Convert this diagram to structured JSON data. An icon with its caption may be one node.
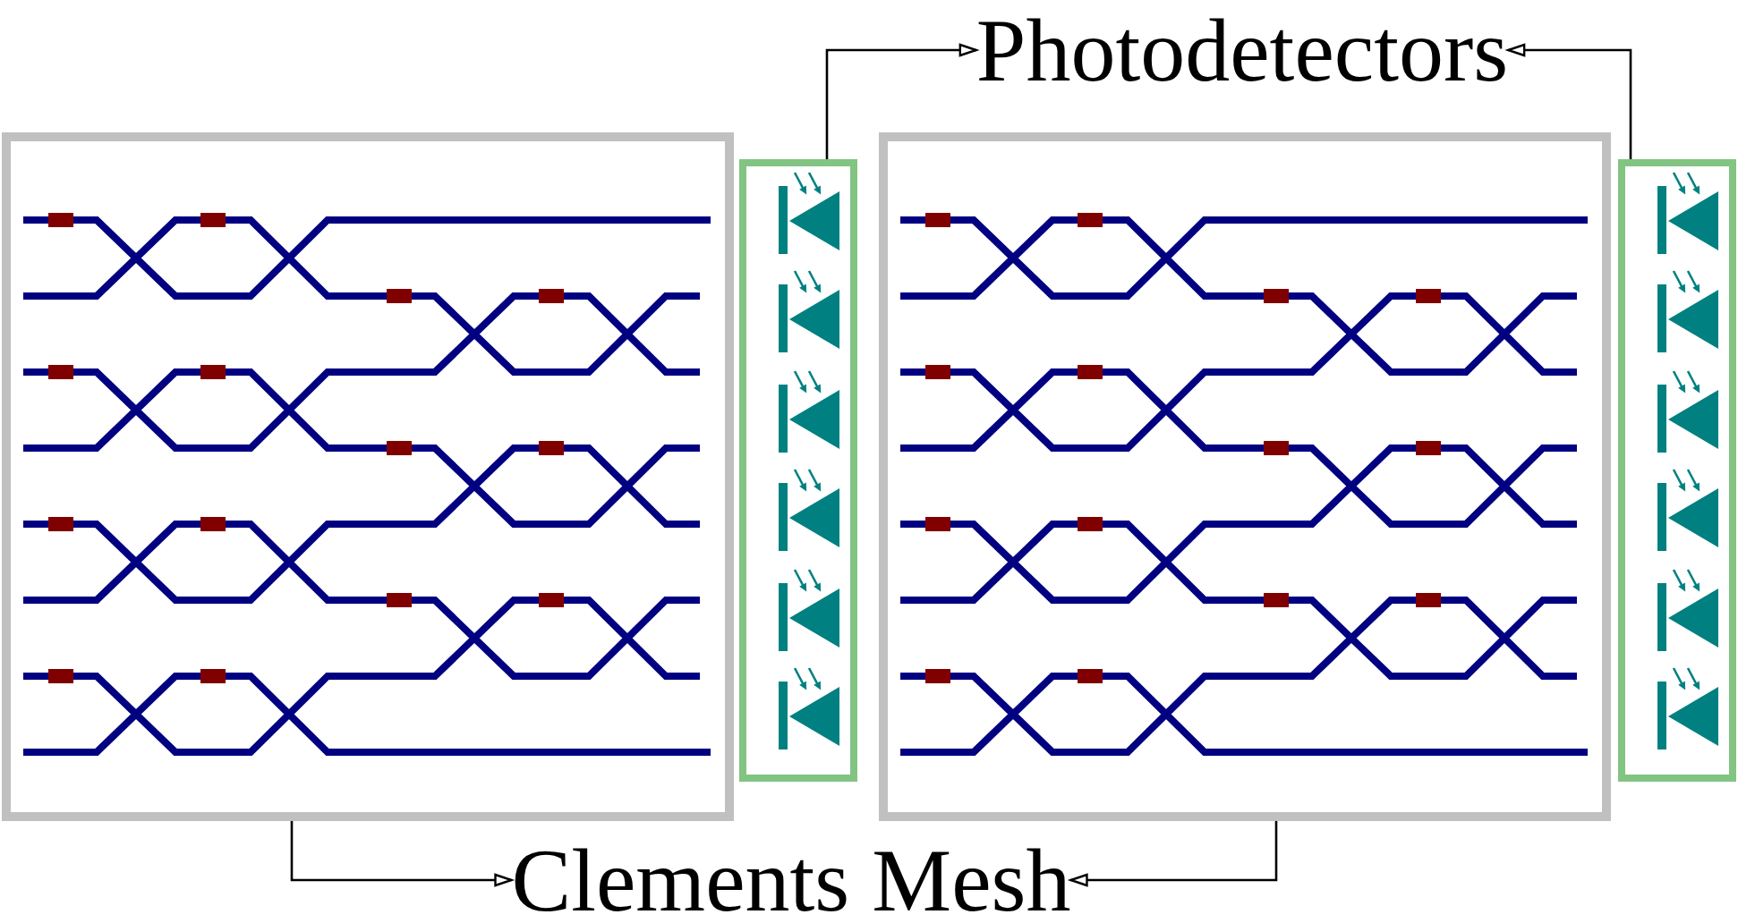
{
  "diagram": {
    "nodes": [
      {
        "text": [
          "Photodetectors"
        ]
      },
      {
        "text": [],
        "shape": "box"
      },
      {
        "text": [],
        "shape": "box"
      },
      {
        "text": [],
        "shape": "box"
      },
      {
        "text": [],
        "shape": "box"
      },
      {
        "text": [
          "Clements Mesh"
        ]
      }
    ],
    "edges": [
      {
        "from": 2,
        "to": 0,
        "arrow": "to"
      },
      {
        "from": 4,
        "to": 0,
        "arrow": "to"
      },
      {
        "from": 1,
        "to": 5,
        "arrow": "to"
      },
      {
        "from": 3,
        "to": 5,
        "arrow": "to"
      }
    ]
  }
}
